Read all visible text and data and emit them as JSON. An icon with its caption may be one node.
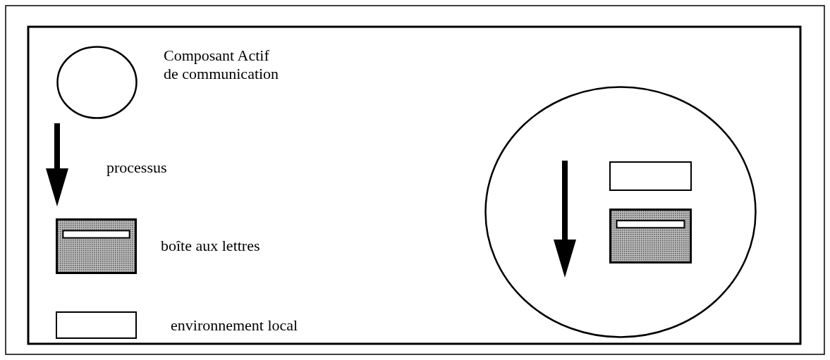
{
  "diagram": {
    "nodes": [
      {
        "text": [],
        "shape": "circle"
      },
      {
        "text": [],
        "shape": "box",
        "in": 0
      },
      {
        "text": [],
        "shape": "box",
        "in": 0
      }
    ],
    "edges": [],
    "legend": [
      {
        "text": "Composant Actif de communication"
      },
      {
        "text": "processus"
      },
      {
        "text": "boîte aux lettres"
      },
      {
        "text": "environnement local"
      }
    ]
  }
}
